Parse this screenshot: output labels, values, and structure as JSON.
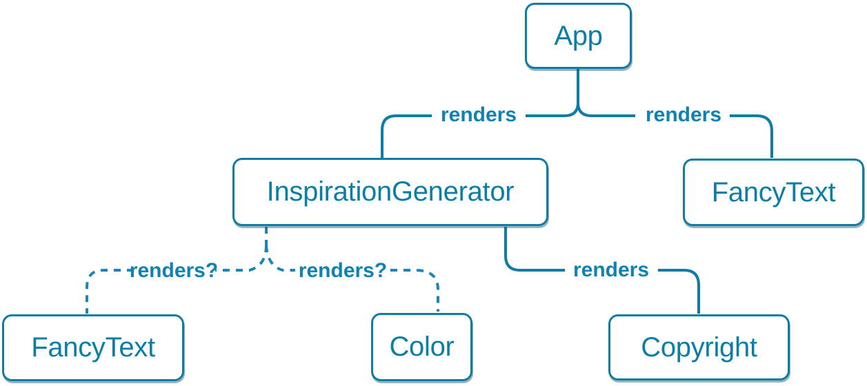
{
  "colors": {
    "background": "#ffffff",
    "accent_solid": "#0f7ca6",
    "accent_dashed": "#1b85bb",
    "label_text": "#0e82b2",
    "node_text": "#0a7ea4",
    "node_border": "#0f7ca6",
    "node_background": "#ffffff",
    "shadow": "rgba(35,85,110,0.45)"
  },
  "nodes": [
    {
      "id": "app",
      "label": "App"
    },
    {
      "id": "inspiration-generator",
      "label": "InspirationGenerator"
    },
    {
      "id": "fancytext-top",
      "label": "FancyText"
    },
    {
      "id": "fancytext-bottom",
      "label": "FancyText"
    },
    {
      "id": "color",
      "label": "Color"
    },
    {
      "id": "copyright",
      "label": "Copyright"
    }
  ],
  "edges": [
    {
      "from": "App",
      "to": "InspirationGenerator",
      "label": "renders",
      "style": "solid"
    },
    {
      "from": "App",
      "to": "FancyText",
      "label": "renders",
      "style": "solid"
    },
    {
      "from": "InspirationGenerator",
      "to": "Copyright",
      "label": "renders",
      "style": "solid"
    },
    {
      "from": "InspirationGenerator",
      "to": "FancyText",
      "label": "renders?",
      "style": "dashed"
    },
    {
      "from": "InspirationGenerator",
      "to": "Color",
      "label": "renders?",
      "style": "dashed"
    }
  ]
}
